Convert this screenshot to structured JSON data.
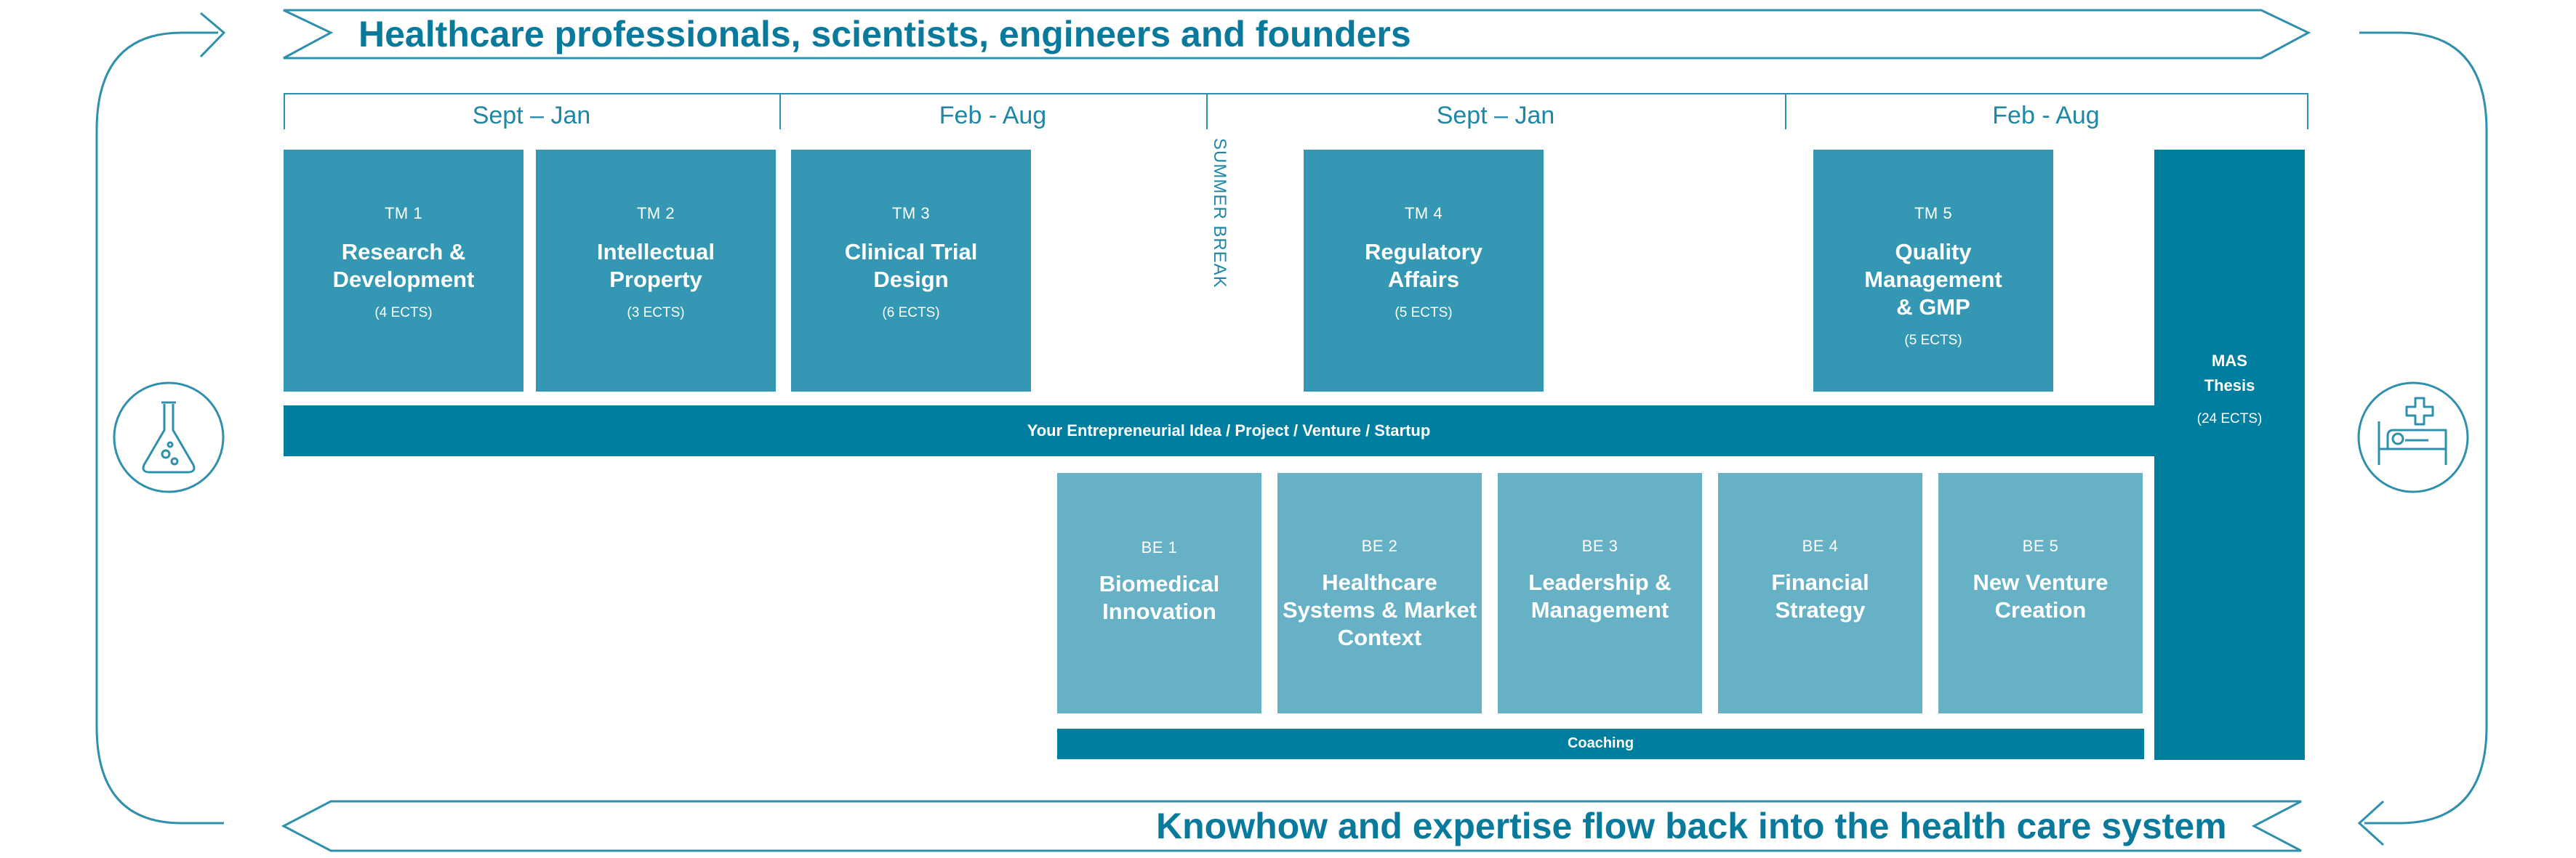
{
  "banners": {
    "top": "Healthcare professionals, scientists, engineers and founders",
    "bottom": "Knowhow and expertise flow back into the health care system"
  },
  "periods": [
    "Sept – Jan",
    "Feb - Aug",
    "Sept – Jan",
    "Feb - Aug"
  ],
  "summer_break": "SUMMER BREAK",
  "tech_modules": [
    {
      "code": "TM 1",
      "title": "Research &\nDevelopment",
      "ects": "(4 ECTS)"
    },
    {
      "code": "TM 2",
      "title": "Intellectual\nProperty",
      "ects": "(3 ECTS)"
    },
    {
      "code": "TM 3",
      "title": "Clinical Trial\nDesign",
      "ects": "(6 ECTS)"
    },
    {
      "code": "TM 4",
      "title": "Regulatory\nAffairs",
      "ects": "(5  ECTS)"
    },
    {
      "code": "TM 5",
      "title": "Quality\nManagement\n& GMP",
      "ects": "(5 ECTS)"
    }
  ],
  "venture_bar": "Your Entrepreneurial Idea / Project / Venture / Startup",
  "business_modules": [
    {
      "code": "BE 1",
      "title": "Biomedical\nInnovation"
    },
    {
      "code": "BE 2",
      "title": "Healthcare\nSystems & Market\nContext"
    },
    {
      "code": "BE 3",
      "title": "Leadership &\nManagement"
    },
    {
      "code": "BE 4",
      "title": "Financial\nStrategy"
    },
    {
      "code": "BE 5",
      "title": "New Venture\nCreation"
    }
  ],
  "coaching_bar": "Coaching",
  "thesis": {
    "title": "MAS\nThesis",
    "ects": "(24 ECTS)"
  },
  "icons": {
    "left": "flask-icon",
    "right": "hospital-bed-icon"
  },
  "colors": {
    "tm": "#3498b4",
    "be": "#66b1c6",
    "bar": "#007ea0",
    "line": "#2f90ad"
  }
}
